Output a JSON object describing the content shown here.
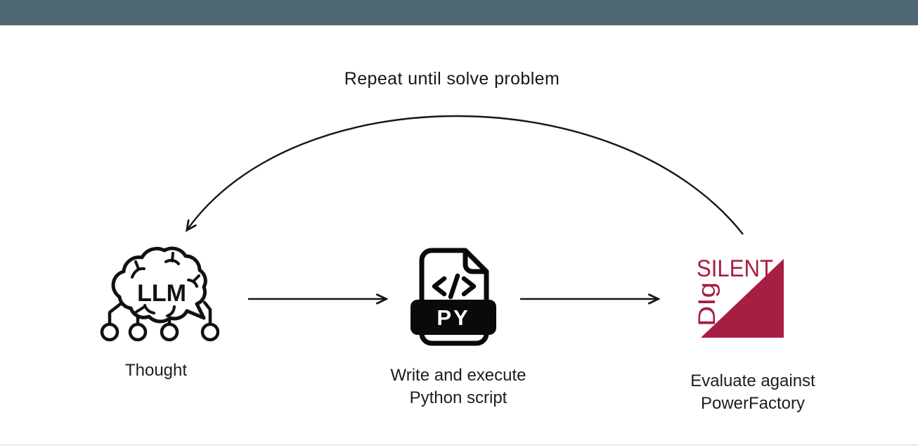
{
  "bars": {
    "top_color": "#4d6872",
    "bottom_edge_color": "#efeff1"
  },
  "loop_label": "Repeat until solve problem",
  "steps": {
    "llm": {
      "icon": "llm-brain-icon",
      "icon_text": "LLM",
      "label": "Thought"
    },
    "python": {
      "icon": "python-file-icon",
      "icon_text": "PY",
      "code_glyph": "</>",
      "label_line1": "Write and execute",
      "label_line2": "Python script"
    },
    "digsilent": {
      "icon": "digsilent-logo",
      "word_horizontal": "SILENT",
      "word_vertical": "DIg",
      "label_line1": "Evaluate against",
      "label_line2": "PowerFactory",
      "brand_color": "#a61e41"
    }
  },
  "colors": {
    "ink": "#1c1c1c",
    "icon_black": "#111111",
    "slate_bar": "#4d6872",
    "brand_red": "#a61e41"
  }
}
